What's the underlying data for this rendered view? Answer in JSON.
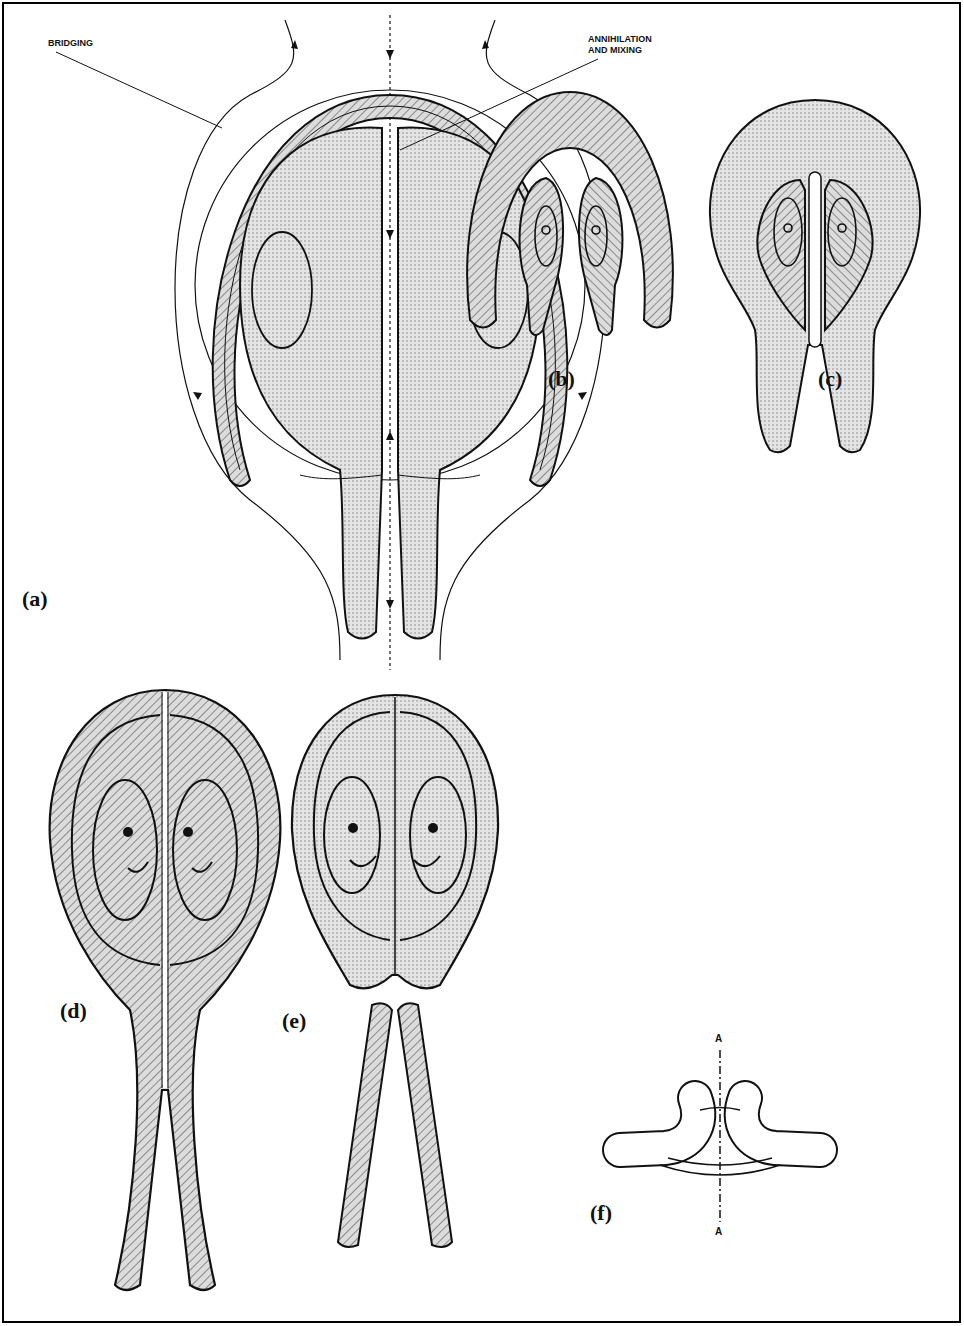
{
  "diagram": {
    "labels": [
      "BRIDGING",
      "ANNIHILATION AND MIXING",
      "(a)",
      "(b)",
      "(c)",
      "(d)",
      "(e)",
      "(f)",
      "A",
      "A"
    ]
  }
}
